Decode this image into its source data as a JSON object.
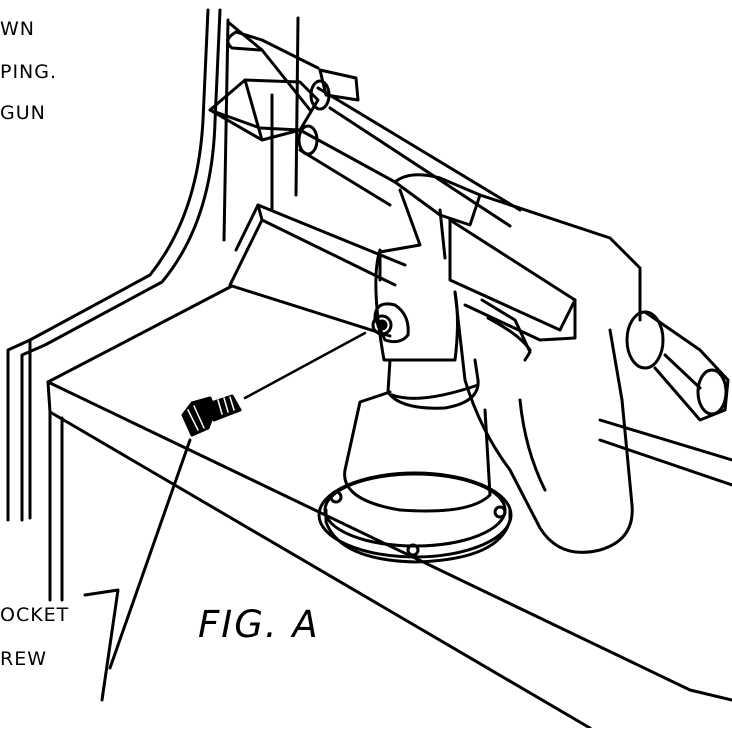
{
  "instructions": {
    "line1": "WN",
    "line2": "PING.",
    "line3": "GUN"
  },
  "callout": {
    "line1": "OCKET",
    "line2": "REW"
  },
  "caption": "FIG. A",
  "colors": {
    "ink": "#000000",
    "paper": "#ffffff"
  }
}
